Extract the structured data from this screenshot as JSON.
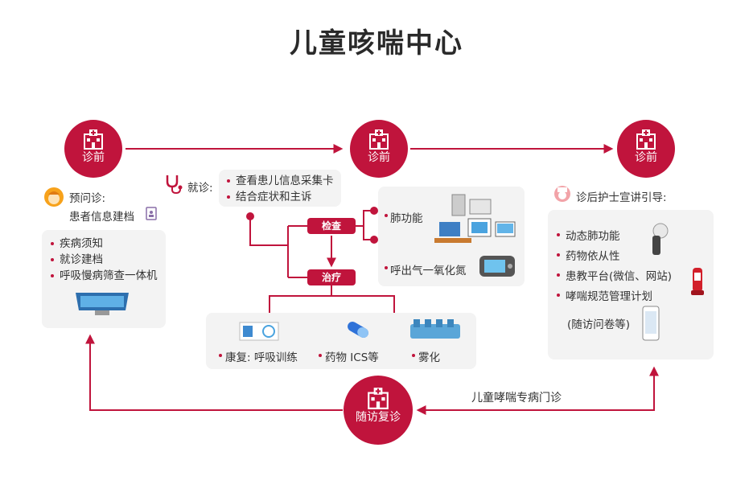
{
  "title": "儿童咳喘中心",
  "nodes": {
    "pre1": "诊前",
    "pre2": "诊前",
    "pre3": "诊前",
    "followup": "随访复诊"
  },
  "left": {
    "pre_consult": "预问诊:",
    "records": "患者信息建档",
    "items": [
      "疾病须知",
      "就诊建档",
      "呼吸慢病筛查一体机"
    ]
  },
  "visit": {
    "label": "就诊:",
    "items": [
      "查看患儿信息采集卡",
      "结合症状和主诉"
    ]
  },
  "exam": {
    "label": "检查",
    "items": [
      "肺功能",
      "呼出气一氧化氮"
    ]
  },
  "treatment": {
    "label": "治疗",
    "items": [
      "康复: 呼吸训练",
      "药物  ICS等",
      "雾化"
    ]
  },
  "right": {
    "heading": "诊后护士宣讲引导:",
    "items": [
      "动态肺功能",
      "药物依从性",
      "患教平台(微信、网站)",
      "哮喘规范管理计划"
    ],
    "note": "(随访问卷等)"
  },
  "clinic_label": "儿童哮喘专病门诊",
  "colors": {
    "accent": "#c0143c",
    "panel": "#f3f3f3"
  }
}
